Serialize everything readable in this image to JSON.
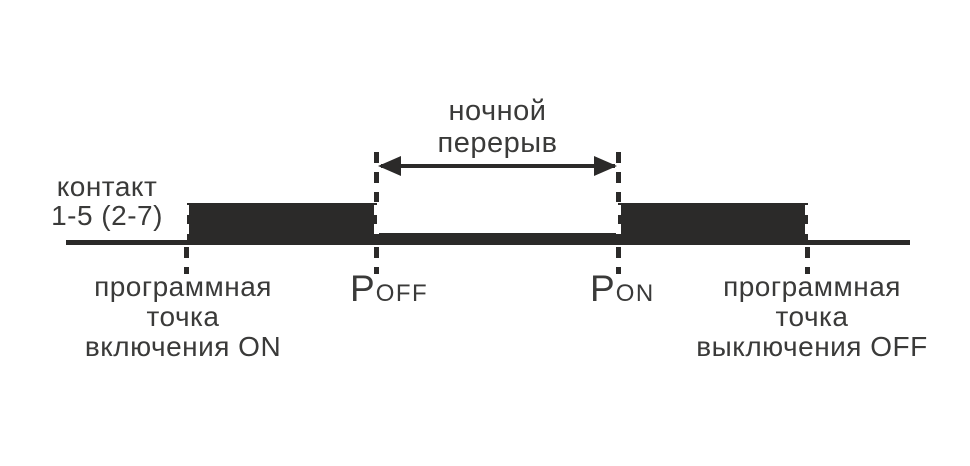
{
  "diagram": {
    "title": {
      "line1": "ночной",
      "line2": "перерыв"
    },
    "contact_label": {
      "line1": "контакт",
      "line2": "1-5 (2-7)"
    },
    "p_off": {
      "p": "P",
      "sub": "OFF"
    },
    "p_on": {
      "p": "P",
      "sub": "ON"
    },
    "on_point_label": [
      "программная",
      "точка",
      "включения ON"
    ],
    "off_point_label": [
      "программная",
      "точка",
      "выключения OFF"
    ],
    "signal": {
      "track": "контакт 1-5 (2-7)",
      "states": [
        {
          "from": "программная точка включения ON",
          "to": "POFF",
          "level": "ON"
        },
        {
          "from": "POFF",
          "to": "PON",
          "level": "OFF",
          "label": "ночной перерыв"
        },
        {
          "from": "PON",
          "to": "программная точка выключения OFF",
          "level": "ON"
        }
      ]
    },
    "colors": {
      "ink": "#2b2a29",
      "text": "#3a3a39",
      "background": "#ffffff"
    }
  }
}
